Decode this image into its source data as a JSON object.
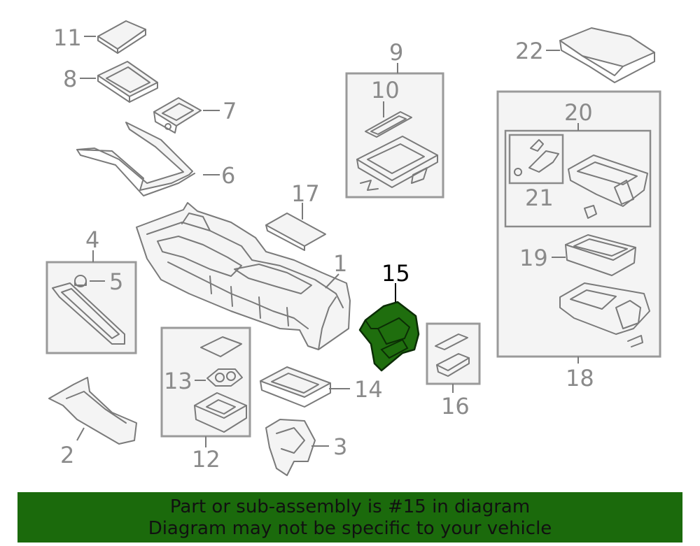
{
  "callouts": {
    "c1": "1",
    "c2": "2",
    "c3": "3",
    "c4": "4",
    "c5": "5",
    "c6": "6",
    "c7": "7",
    "c8": "8",
    "c9": "9",
    "c10": "10",
    "c11": "11",
    "c12": "12",
    "c13": "13",
    "c14": "14",
    "c15": "15",
    "c16": "16",
    "c17": "17",
    "c18": "18",
    "c19": "19",
    "c20": "20",
    "c21": "21",
    "c22": "22"
  },
  "highlighted_part": "15",
  "colors": {
    "highlight": "#1f6e0e",
    "banner": "#1b6a0c",
    "line": "#7a7a7a",
    "box_fill": "#f4f4f4"
  },
  "banner": {
    "line1": "Part or sub-assembly is #15 in diagram",
    "line2": "Diagram may not be specific to your vehicle"
  }
}
